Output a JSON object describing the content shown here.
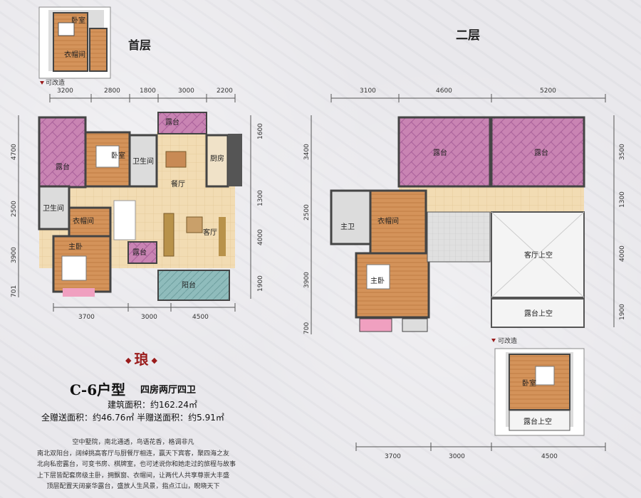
{
  "floor1": {
    "title": "首层",
    "top_dims": [
      "3200",
      "2800",
      "1800",
      "3000",
      "2200"
    ],
    "bottom_dims": [
      "3700",
      "3000",
      "4500"
    ],
    "left_dims": [
      "4700",
      "2500",
      "3900",
      "701"
    ],
    "right_dims": [
      "1600",
      "1300",
      "4000",
      "1900"
    ],
    "rooms": {
      "terrace": "露台",
      "bedroom": "卧室",
      "bath1": "卫生间",
      "balcony_top": "露台",
      "kitchen": "厨房",
      "dining": "餐厅",
      "bath2": "卫生间",
      "closet": "衣帽间",
      "living": "客厅",
      "master": "主卧",
      "terrace_small": "露台",
      "balcony": "阳台"
    },
    "mini_rooms": {
      "bedroom": "卧室",
      "closet": "衣帽间"
    },
    "mini_note": "可改造"
  },
  "floor2": {
    "title": "二层",
    "top_dims": [
      "3100",
      "4600",
      "5200"
    ],
    "bottom_dims": [
      "3700",
      "3000",
      "4500"
    ],
    "left_dims": [
      "3400",
      "2500",
      "3900",
      "700"
    ],
    "right_dims": [
      "3500",
      "1300",
      "4000",
      "1900"
    ],
    "rooms": {
      "terrace1": "露台",
      "terrace2": "露台",
      "bath": "主卫",
      "closet": "衣帽间",
      "master": "主卧",
      "living_void": "客厅上空",
      "terrace_void": "露台上空"
    },
    "mini_rooms": {
      "bedroom": "卧室",
      "terrace_void": "露台上空"
    },
    "mini_note": "可改造"
  },
  "info": {
    "badge": "琅",
    "model": "C-6户型",
    "layout": "四房两厅四卫",
    "area": "建筑面积：约162.24㎡",
    "gift_area": "全赠送面积：约46.76㎡   半赠送面积：约5.91㎡",
    "desc": [
      "空中墅院，南北通透，鸟语花香，格调非凡",
      "南北双阳台，阔绰挑高客厅与厨餐厅相连，赢天下宾客，聚四海之友",
      "北向私密露台，可变书房、棋牌室，也可述说你和她走过的旅程与故事",
      "上下层皆配套房级主卧，拥飘窗、衣帽间，让两代人共享尊崇大丰盛",
      "顶层配置天阔豪华露台，盛放人生风景，指点江山，睨晓天下"
    ]
  },
  "colors": {
    "terrace": "#c984b3",
    "wood": "#d4935a",
    "tile": "#f2dcb3",
    "wall": "#4a4a4a",
    "balcony": "#8fbcbc",
    "accent": "#9a1b1b"
  }
}
